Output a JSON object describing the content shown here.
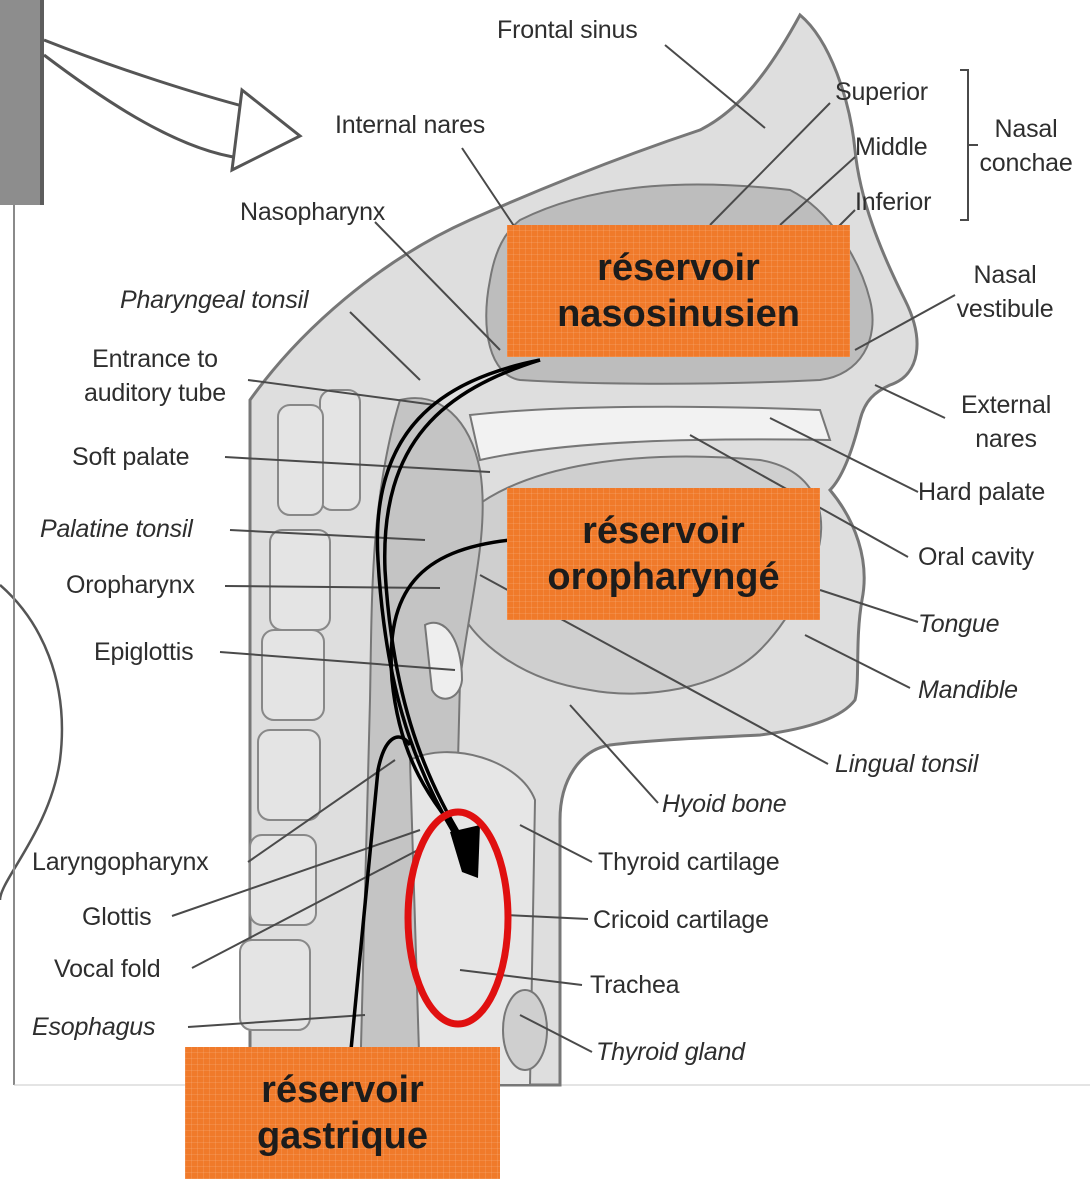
{
  "labels": {
    "frontal_sinus": "Frontal sinus",
    "superior": "Superior",
    "middle": "Middle",
    "inferior": "Inferior",
    "nasal_conchae": [
      "Nasal",
      "conchae"
    ],
    "internal_nares": "Internal nares",
    "nasopharynx": "Nasopharynx",
    "nasal_vestibule": [
      "Nasal",
      "vestibule"
    ],
    "pharyngeal_tonsil": "Pharyngeal tonsil",
    "entrance_auditory_tube": [
      "Entrance to",
      "auditory tube"
    ],
    "external_nares": [
      "External",
      "nares"
    ],
    "soft_palate": "Soft palate",
    "hard_palate": "Hard palate",
    "palatine_tonsil": "Palatine tonsil",
    "oral_cavity": "Oral cavity",
    "oropharynx": "Oropharynx",
    "tongue": "Tongue",
    "epiglottis": "Epiglottis",
    "mandible": "Mandible",
    "lingual_tonsil": "Lingual tonsil",
    "hyoid_bone": "Hyoid bone",
    "laryngopharynx": "Laryngopharynx",
    "thyroid_cartilage": "Thyroid cartilage",
    "glottis": "Glottis",
    "cricoid_cartilage": "Cricoid cartilage",
    "vocal_fold": "Vocal fold",
    "trachea": "Trachea",
    "esophagus": "Esophagus",
    "thyroid_gland": "Thyroid gland"
  },
  "reservoirs": {
    "nasosinusien": [
      "réservoir",
      "nasosinusien"
    ],
    "oropharynge": [
      "réservoir",
      "oropharyngé"
    ],
    "gastrique": [
      "réservoir",
      "gastrique"
    ]
  },
  "colors": {
    "reservoir_fill": "#f07a2a",
    "highlight_ellipse": "#e01010",
    "path_lines": "#000000",
    "leader_lines": "#4a4a4a",
    "tissue": "#d9d9d9"
  }
}
